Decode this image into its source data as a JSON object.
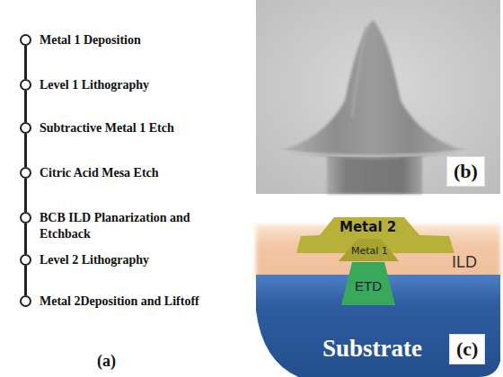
{
  "diagram": {
    "nodes": [
      {
        "text": [
          "Metal 1 Deposition"
        ]
      },
      {
        "text": [
          "Level 1 Lithography"
        ]
      },
      {
        "text": [
          "Subtractive Metal 1 Etch"
        ]
      },
      {
        "text": [
          "Citric Acid Mesa Etch"
        ]
      },
      {
        "text": [
          "BCB ILD Planarization and Etchback"
        ]
      },
      {
        "text": [
          "Level 2 Lithography"
        ]
      },
      {
        "text": [
          "Metal 2Deposition and Liftoff"
        ]
      },
      {
        "text": [
          "Metal 2"
        ]
      },
      {
        "text": [
          "Metal 1"
        ]
      },
      {
        "text": [
          "ILD"
        ]
      },
      {
        "text": [
          "ETD"
        ]
      },
      {
        "text": [
          "Substrate"
        ]
      }
    ],
    "edges": [
      {
        "from": 0,
        "to": 1,
        "arrow": "none"
      },
      {
        "from": 1,
        "to": 2,
        "arrow": "none"
      },
      {
        "from": 2,
        "to": 3,
        "arrow": "none"
      },
      {
        "from": 3,
        "to": 4,
        "arrow": "none"
      },
      {
        "from": 4,
        "to": 5,
        "arrow": "none"
      },
      {
        "from": 5,
        "to": 6,
        "arrow": "none"
      }
    ],
    "labels": [
      "(a)",
      "(b)",
      "(c)"
    ]
  }
}
